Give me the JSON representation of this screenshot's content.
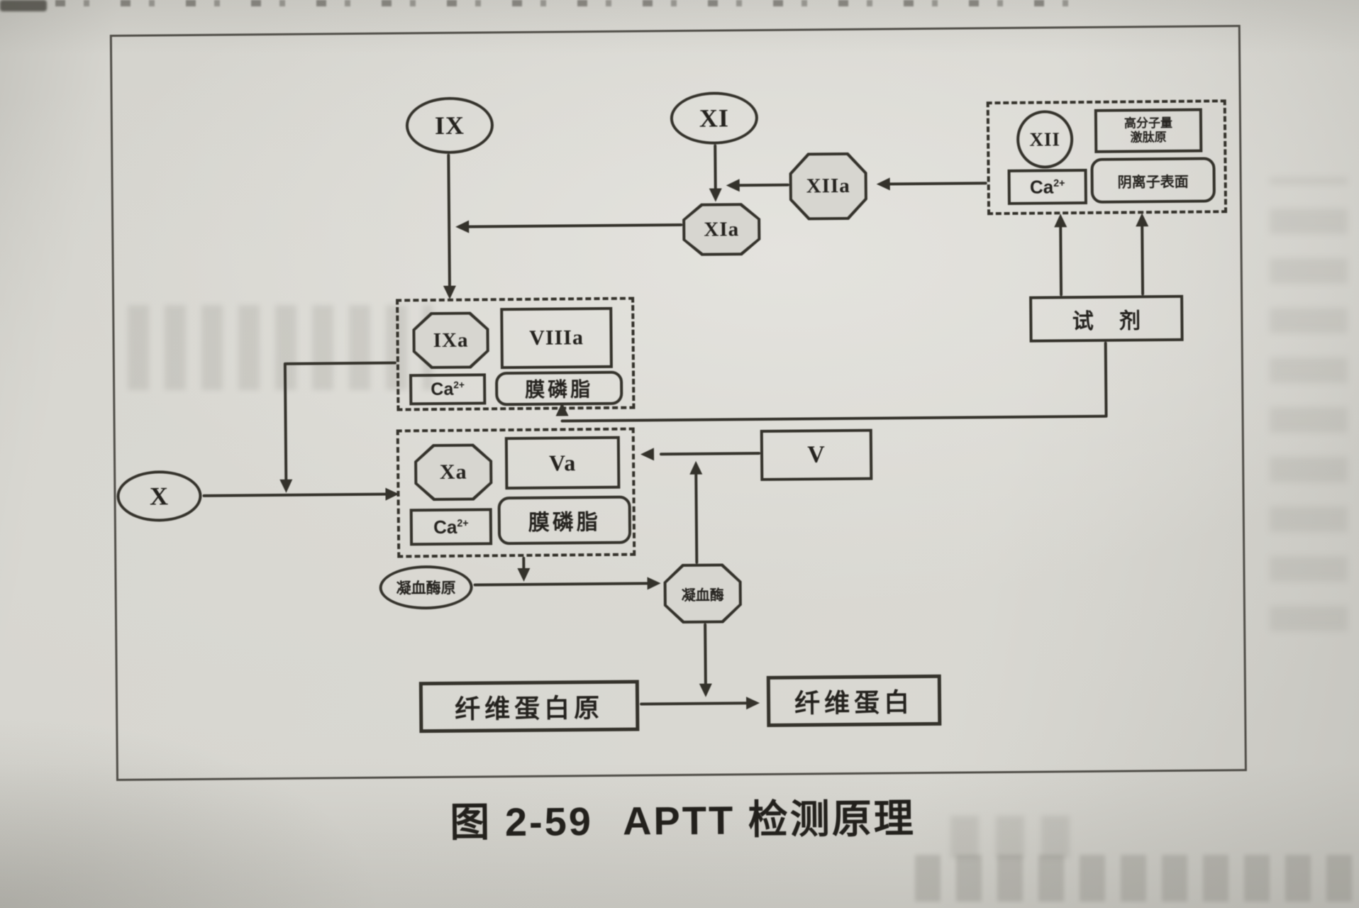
{
  "figure": {
    "caption": {
      "number": "图 2-59",
      "title": "APTT 检测原理"
    },
    "colors": {
      "ink": "#34322b",
      "paper": "#d7d6d0"
    },
    "nodes": {
      "factor_ix": "IX",
      "factor_xi": "XI",
      "factor_xiia": "XIIa",
      "factor_xii": "XII",
      "hmw_kininogen": [
        "高分子量",
        "激肽原"
      ],
      "calcium_base": "Ca",
      "calcium_sup": "2+",
      "anionic_surface": "阴离子表面",
      "factor_xia": "XIa",
      "reagent": "试 剂",
      "factor_ixa": "IXa",
      "factor_viiia": "VIIIa",
      "membrane_phospholipid": "膜磷脂",
      "factor_xa": "Xa",
      "factor_va": "Va",
      "factor_x": "X",
      "factor_v": "V",
      "prothrombin": "凝血酶原",
      "thrombin": "凝血酶",
      "fibrinogen": "纤维蛋白原",
      "fibrin": "纤维蛋白"
    }
  }
}
